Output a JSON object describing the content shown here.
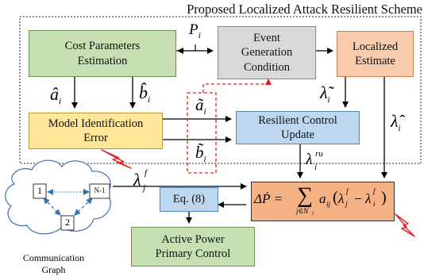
{
  "title": "Proposed Localized Attack Resilient Scheme",
  "blocks": {
    "cost": [
      "Cost Parameters",
      "Estimation"
    ],
    "event": [
      "Event",
      "Generation",
      "Condition"
    ],
    "localized": [
      "Localized",
      "Estimate"
    ],
    "model": [
      "Model Identification",
      "Error"
    ],
    "resilient": [
      "Resilient Control",
      "Update"
    ],
    "eq8": "Eq. (8)",
    "active": [
      "Active Power",
      "Primary Control"
    ]
  },
  "symbols": {
    "P": "P",
    "P_sub": "i",
    "a_hat": "â",
    "a_sub": "i",
    "b_hat": "b̂",
    "b_sub": "i",
    "a_tilde": "ã",
    "a_tilde_sub": "i",
    "b_tilde": "b̃",
    "b_tilde_sub": "i",
    "lambda_tilde": "λ̃",
    "lambda_tilde_sub": "i",
    "lambda_hat": "λ̂",
    "lambda_hat_sub": "i",
    "lambda_j": "λ",
    "lambda_j_sup": "f",
    "lambda_j_sub": "j",
    "lambda_ru": "λ",
    "lambda_ru_sup": "ru",
    "lambda_ru_sub": "i"
  },
  "equation": {
    "lhs": "ΔṖ =",
    "sum": "∑",
    "sum_sub": "j∈N",
    "sum_sub_i": "i",
    "term": "a",
    "term_sub": "ij",
    "paren_open": "(",
    "l1": "λ",
    "l1_sup": "f",
    "l1_sub": "j",
    "minus": "−",
    "l2": "λ",
    "l2_sup": "f",
    "l2_sub": "i",
    "paren_close": ")"
  },
  "graph": {
    "nodes": [
      "1",
      "N-1",
      "2"
    ],
    "caption": [
      "Communication",
      "Graph"
    ]
  },
  "colors": {
    "green": "#c6e0b4",
    "gray": "#d9d9d9",
    "orange": "#f8cbad",
    "yellow": "#ffe699",
    "blue": "#bdd7ee",
    "peach": "#f4b183",
    "attack": "#e02020",
    "link": "#2e75b6"
  }
}
